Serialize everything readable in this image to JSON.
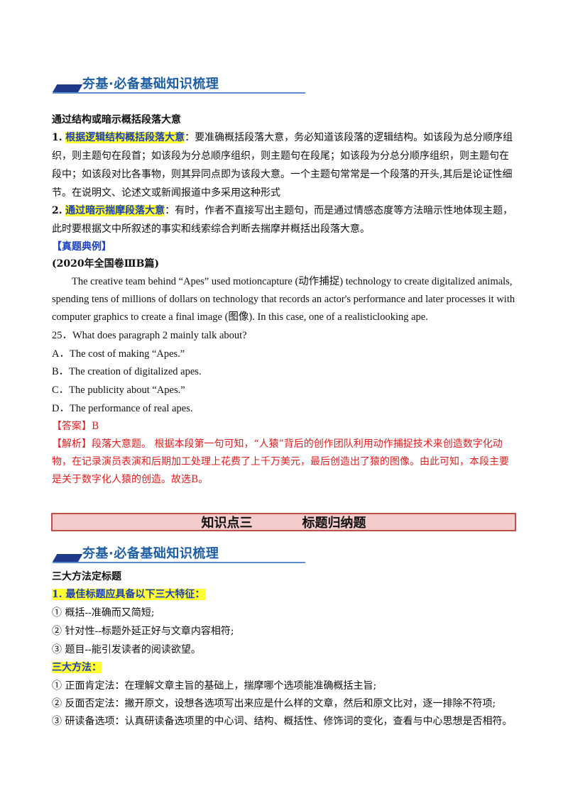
{
  "banner1": {
    "title": "夯基·必备基础知识梳理"
  },
  "section1": {
    "heading": "通过结构或暗示概括段落大意",
    "p1_num": "1.",
    "p1_lead": "根据逻辑结构概括段落大意",
    "p1_line1": "：要准确概括段落大意，务必知道该段落的逻辑结构。如该段为总分顺序组",
    "p1_line2": "织，则主题句在段首；如该段为分总顺序组织，则主题句在段尾；如该段为分总分顺序组织，则主题句在",
    "p1_line3": "段中；如该段对比各事物，则其异同点即为该段大意。一个主题句常常是一个段落的开头,其后是论证性细",
    "p1_line4": "节。在说明文、论述文或新闻报道中多采用这种形式",
    "p2_num": "2.",
    "p2_lead": "通过暗示揣摩段落大意",
    "p2_line1": "：有时，作者不直接写出主题句，而是通过情感态度等方法暗示性地体现主题，",
    "p2_line2": "此时要根据文中所叙述的事实和线索综合判断去揣摩并概括出段落大意。",
    "example_tag": "【真题典例】",
    "source": "(2020年全国卷ⅢB篇)",
    "passage_line1": "The creative team behind “Apes” used motioncapture (动作捕捉) technology to create digitalized animals,",
    "passage_line2": "spending tens of millions of dollars on technology that records an actor's performance and later processes it with",
    "passage_line3": "computer graphics to create a final image (图像). In this case, one of a realisticlooking ape.",
    "question": "25．What does paragraph 2 mainly talk about?",
    "options": [
      "A．The cost of making “Apes.”",
      "B．The creation of digitalized apes.",
      "C．The publicity about “Apes.”",
      "D．The performance of real apes."
    ],
    "answer": "【答案】B",
    "analysis_line1": "【解析】段落大意题。 根据本段第一句可知，“人猿”背后的创作团队利用动作捕捉技术来创造数字化动",
    "analysis_line2": "物，在记录演员表演和后期加工处理上花费了上千万美元，最后创造出了猿的图像。由此可知，本段主要",
    "analysis_line3": "是关于数字化人猿的创造。故选B。"
  },
  "section_title": {
    "left": "知识点三",
    "right": "标题归纳题"
  },
  "banner2": {
    "title": "夯基·必备基础知识梳理"
  },
  "section2": {
    "heading": "三大方法定标题",
    "feature_heading": "1. 最佳标题应具备以下三大特征：",
    "features": [
      "① 概括--准确而又简短;",
      "② 针对性--标题外延正好与文章内容相符;",
      "③ 题目--能引发读者的阅读欲望。"
    ],
    "methods_heading": "三大方法：",
    "methods": [
      "① 正面肯定法：在理解文章主旨的基础上，揣摩哪个选项能准确概括主旨;",
      "② 反面否定法：撇开原文，设想各选项写出来应是什么样的文章，然后和原文比对，逐一排除不符项;",
      "③ 研读备选项：认真研读备选项里的中心词、结构、概括性、修饰词的变化，查看与中心思想是否相符。"
    ]
  }
}
